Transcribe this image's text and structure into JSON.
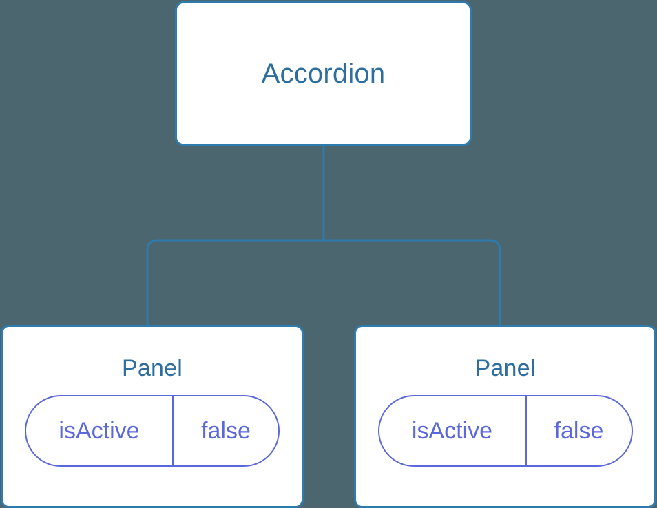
{
  "diagram": {
    "type": "component-tree",
    "background_color": "#4c6670",
    "node_border_color": "#2e7bad",
    "node_text_color": "#2d6e9e",
    "prop_color": "#5b68dc",
    "connector_color": "#2e7bad",
    "root": {
      "label": "Accordion"
    },
    "children": [
      {
        "label": "Panel",
        "props": [
          {
            "key": "isActive",
            "value": "false"
          }
        ]
      },
      {
        "label": "Panel",
        "props": [
          {
            "key": "isActive",
            "value": "false"
          }
        ]
      }
    ]
  }
}
